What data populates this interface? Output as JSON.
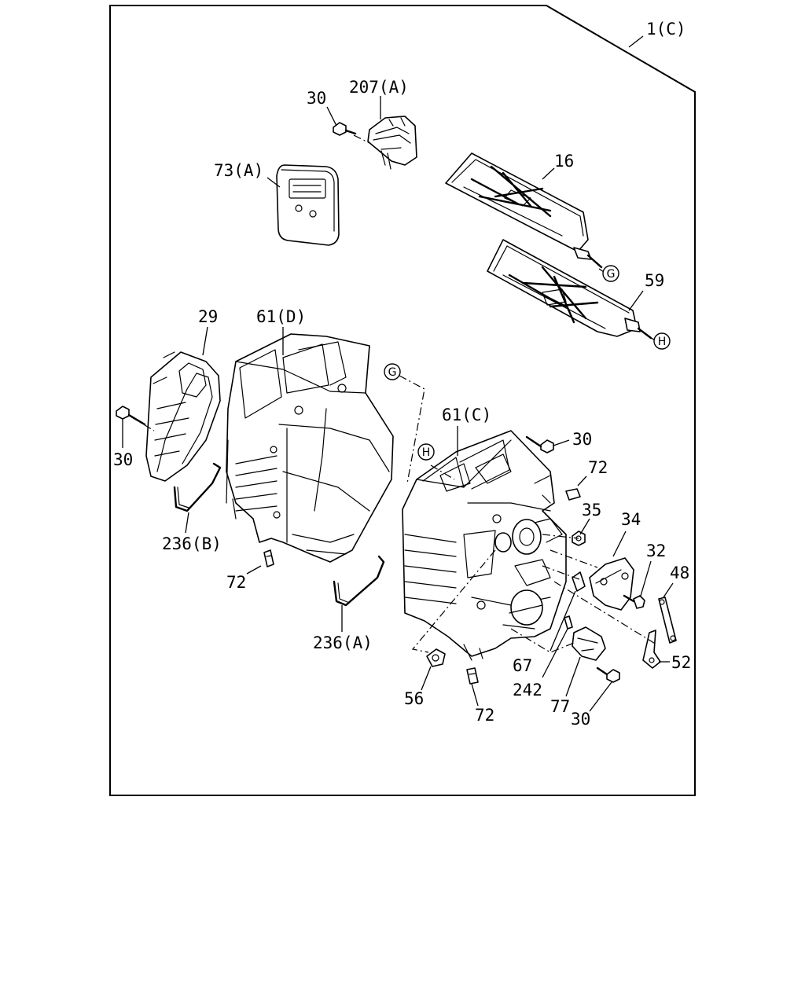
{
  "diagram": {
    "assembly_label": "1(C)",
    "labels": {
      "p207a": "207(A)",
      "p30_top": "30",
      "p73a": "73(A)",
      "p16": "16",
      "p59": "59",
      "p29": "29",
      "p61d": "61(D)",
      "p30_left": "30",
      "p236b": "236(B)",
      "p72_left": "72",
      "p236a": "236(A)",
      "p61c": "61(C)",
      "p30_mid": "30",
      "p72_upper": "72",
      "p35": "35",
      "p34": "34",
      "p32": "32",
      "p48": "48",
      "p52": "52",
      "p67": "67",
      "p242": "242",
      "p77": "77",
      "p30_bottom": "30",
      "p56": "56",
      "p72_bottom": "72"
    },
    "refs": {
      "g": "G",
      "h": "H"
    }
  }
}
